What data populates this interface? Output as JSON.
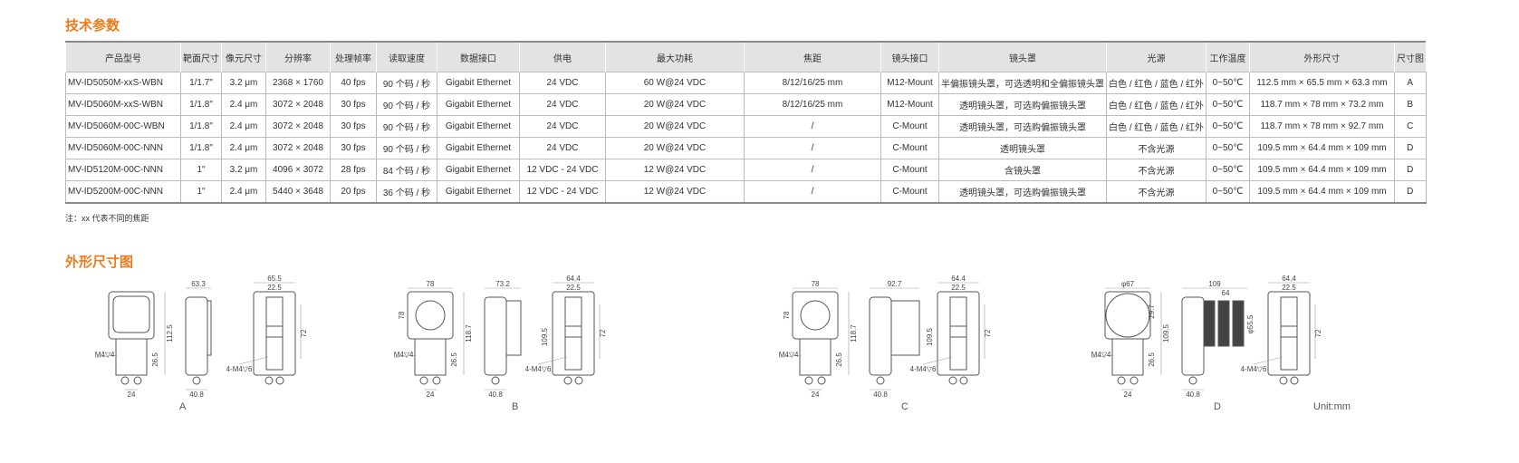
{
  "spec_title": "技术参数",
  "headers": [
    "产品型号",
    "靶面尺寸",
    "像元尺寸",
    "分辨率",
    "处理帧率",
    "读取速度",
    "数据接口",
    "供电",
    "最大功耗",
    "焦距",
    "镜头接口",
    "镜头罩",
    "光源",
    "工作温度",
    "外形尺寸",
    "尺寸图"
  ],
  "rows": [
    [
      "MV-ID5050M-xxS-WBN",
      "1/1.7\"",
      "3.2 μm",
      "2368 × 1760",
      "40 fps",
      "90 个码 / 秒",
      "Gigabit Ethernet",
      "24 VDC",
      "60 W@24 VDC",
      "8/12/16/25 mm",
      "M12-Mount",
      "半偏振镜头罩，可选透明和全偏振镜头罩",
      "白色 / 红色 / 蓝色 / 红外",
      "0~50℃",
      "112.5 mm × 65.5 mm × 63.3 mm",
      "A"
    ],
    [
      "MV-ID5060M-xxS-WBN",
      "1/1.8\"",
      "2.4 μm",
      "3072 × 2048",
      "30 fps",
      "90 个码 / 秒",
      "Gigabit Ethernet",
      "24 VDC",
      "20 W@24 VDC",
      "8/12/16/25 mm",
      "M12-Mount",
      "透明镜头罩，可选购偏振镜头罩",
      "白色 / 红色 / 蓝色 / 红外",
      "0~50℃",
      "118.7 mm × 78 mm × 73.2 mm",
      "B"
    ],
    [
      "MV-ID5060M-00C-WBN",
      "1/1.8\"",
      "2.4 μm",
      "3072 × 2048",
      "30 fps",
      "90 个码 / 秒",
      "Gigabit Ethernet",
      "24 VDC",
      "20 W@24 VDC",
      "/",
      "C-Mount",
      "透明镜头罩，可选购偏振镜头罩",
      "白色 / 红色 / 蓝色 / 红外",
      "0~50℃",
      "118.7 mm × 78 mm × 92.7 mm",
      "C"
    ],
    [
      "MV-ID5060M-00C-NNN",
      "1/1.8\"",
      "2.4 μm",
      "3072 × 2048",
      "30 fps",
      "90 个码 / 秒",
      "Gigabit Ethernet",
      "24 VDC",
      "20 W@24 VDC",
      "/",
      "C-Mount",
      "透明镜头罩",
      "不含光源",
      "0~50℃",
      "109.5 mm × 64.4 mm × 109 mm",
      "D"
    ],
    [
      "MV-ID5120M-00C-NNN",
      "1\"",
      "3.2 μm",
      "4096 × 3072",
      "28 fps",
      "84 个码 / 秒",
      "Gigabit Ethernet",
      "12 VDC - 24 VDC",
      "12 W@24 VDC",
      "/",
      "C-Mount",
      "含镜头罩",
      "不含光源",
      "0~50℃",
      "109.5 mm × 64.4 mm × 109 mm",
      "D"
    ],
    [
      "MV-ID5200M-00C-NNN",
      "1\"",
      "2.4 μm",
      "5440 × 3648",
      "20 fps",
      "36 个码 / 秒",
      "Gigabit Ethernet",
      "12 VDC - 24 VDC",
      "12 W@24 VDC",
      "/",
      "C-Mount",
      "透明镜头罩，可选购偏振镜头罩",
      "不含光源",
      "0~50℃",
      "109.5 mm × 64.4 mm × 109 mm",
      "D"
    ]
  ],
  "note": "注：xx 代表不同的焦距",
  "drawing_title": "外形尺寸图",
  "unit": "Unit:mm",
  "drawings": [
    {
      "label": "A",
      "front": [
        "112.5",
        "26.5",
        "24",
        "4-M4▽4"
      ],
      "side": [
        "63.3",
        "40.8"
      ],
      "back": [
        "65.5",
        "22.5",
        "72",
        "4-M4▽6"
      ]
    },
    {
      "label": "B",
      "front": [
        "78",
        "78",
        "118.7",
        "26.5",
        "24",
        "4-M4▽4"
      ],
      "side": [
        "73.2",
        "40.8"
      ],
      "back": [
        "64.4",
        "22.5",
        "109.5",
        "72",
        "4-M4▽6"
      ]
    },
    {
      "label": "C",
      "front": [
        "78",
        "78",
        "118.7",
        "26.5",
        "24",
        "4-M4▽4"
      ],
      "side": [
        "92.7",
        "40.8"
      ],
      "back": [
        "64.4",
        "22.5",
        "109.5",
        "72",
        "4-M4▽6"
      ]
    },
    {
      "label": "D",
      "front": [
        "φ67",
        "29.7",
        "109.5",
        "26.5",
        "24",
        "4-M4▽4"
      ],
      "side": [
        "109",
        "64",
        "φ55.5",
        "40.8"
      ],
      "back": [
        "64.4",
        "22.5",
        "72",
        "4-M4▽6"
      ]
    }
  ]
}
